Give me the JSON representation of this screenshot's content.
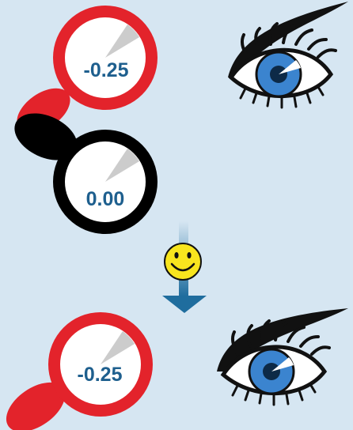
{
  "lenses": [
    {
      "id": "top-red",
      "value": "-0.25",
      "ring_color": "#e3232b"
    },
    {
      "id": "black",
      "value": "0.00",
      "ring_color": "#000000"
    },
    {
      "id": "bottom-red",
      "value": "-0.25",
      "ring_color": "#e3232b"
    }
  ],
  "colors": {
    "background": "#d6e6f2",
    "lens_text": "#1e5f8e",
    "arrow": "#1f6d9e",
    "iris": "#3b84cf",
    "smiley": "#f8e51e"
  },
  "icons": [
    "eye-icon",
    "smiley-icon",
    "down-arrow-icon"
  ]
}
